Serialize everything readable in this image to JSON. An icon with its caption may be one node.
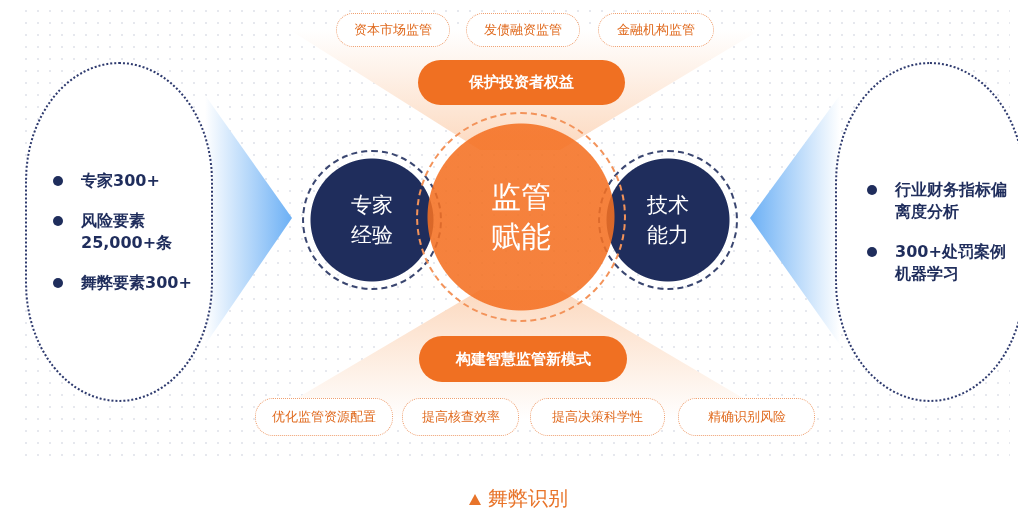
{
  "diagram": {
    "caption": "舞弊识别",
    "nodes": [
      {
        "text": [
          "专家300+",
          "风险要素25,000+条",
          "舞弊要素300+"
        ]
      },
      {
        "text": [
          "资本市场监管"
        ]
      },
      {
        "text": [
          "发债融资监管"
        ]
      },
      {
        "text": [
          "金融机构监管"
        ]
      },
      {
        "text": [
          "保护投资者权益"
        ]
      },
      {
        "text": [
          "专家经验"
        ]
      },
      {
        "text": [
          "监管赋能"
        ]
      },
      {
        "text": [
          "技术能力"
        ]
      },
      {
        "text": [
          "构建智慧监管新模式"
        ]
      },
      {
        "text": [
          "优化监管资源配置"
        ]
      },
      {
        "text": [
          "提高核查效率"
        ]
      },
      {
        "text": [
          "提高决策科学性"
        ]
      },
      {
        "text": [
          "精确识别风险"
        ]
      },
      {
        "text": [
          "行业财务指标偏离度分析",
          "300+处罚案例机器学习"
        ]
      }
    ],
    "edges": []
  }
}
